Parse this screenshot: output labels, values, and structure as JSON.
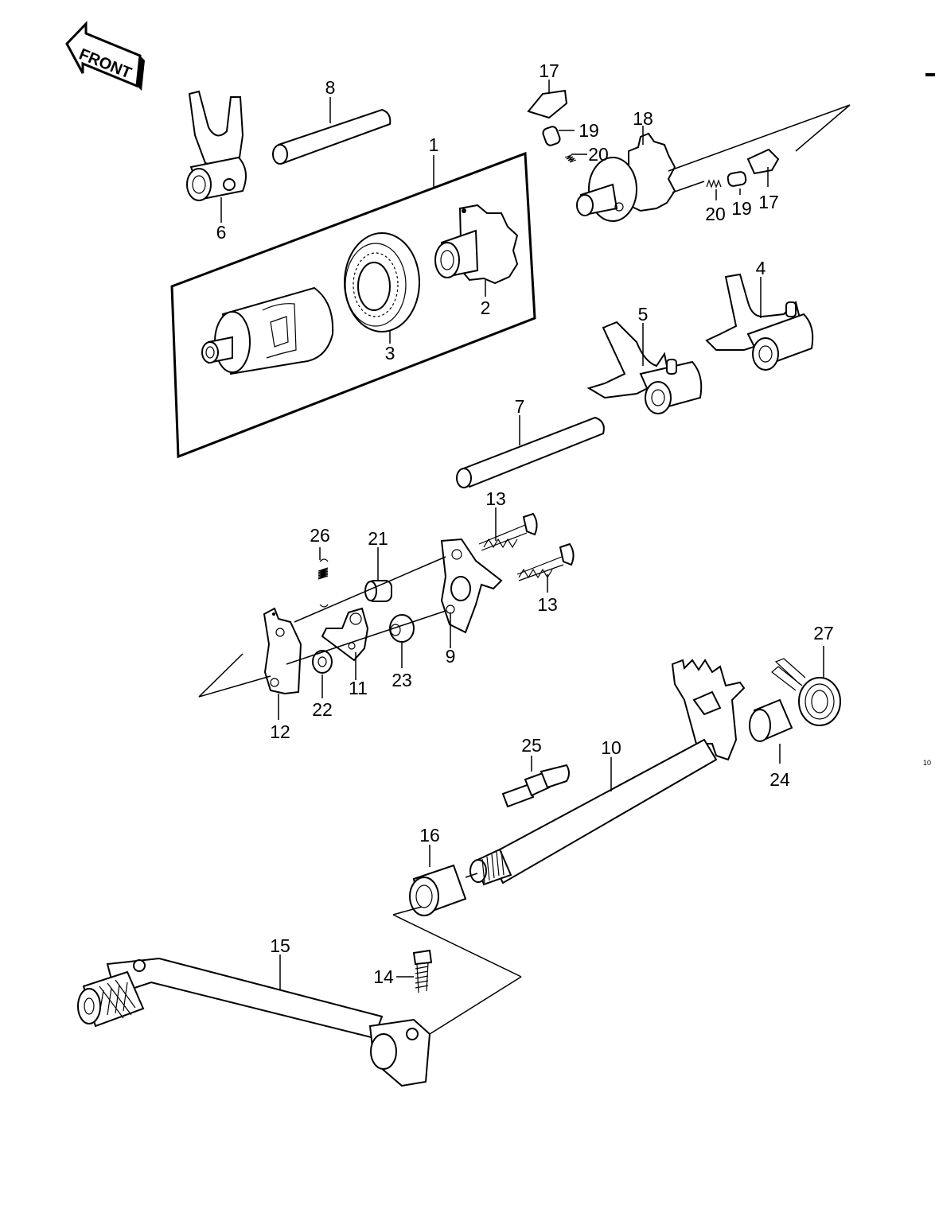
{
  "front_label": "FRONT",
  "corner_code": "10",
  "callouts": [
    {
      "id": "1",
      "text": "1"
    },
    {
      "id": "2",
      "text": "2"
    },
    {
      "id": "3",
      "text": "3"
    },
    {
      "id": "4",
      "text": "4"
    },
    {
      "id": "5",
      "text": "5"
    },
    {
      "id": "6",
      "text": "6"
    },
    {
      "id": "7",
      "text": "7"
    },
    {
      "id": "8",
      "text": "8"
    },
    {
      "id": "9",
      "text": "9"
    },
    {
      "id": "10",
      "text": "10"
    },
    {
      "id": "11",
      "text": "11"
    },
    {
      "id": "12",
      "text": "12"
    },
    {
      "id": "13a",
      "text": "13"
    },
    {
      "id": "13b",
      "text": "13"
    },
    {
      "id": "14",
      "text": "14"
    },
    {
      "id": "15",
      "text": "15"
    },
    {
      "id": "16",
      "text": "16"
    },
    {
      "id": "17a",
      "text": "17"
    },
    {
      "id": "17b",
      "text": "17"
    },
    {
      "id": "18",
      "text": "18"
    },
    {
      "id": "19a",
      "text": "19"
    },
    {
      "id": "19b",
      "text": "19"
    },
    {
      "id": "20a",
      "text": "20"
    },
    {
      "id": "20b",
      "text": "20"
    },
    {
      "id": "21",
      "text": "21"
    },
    {
      "id": "22",
      "text": "22"
    },
    {
      "id": "23",
      "text": "23"
    },
    {
      "id": "24",
      "text": "24"
    },
    {
      "id": "25",
      "text": "25"
    },
    {
      "id": "26",
      "text": "26"
    },
    {
      "id": "27",
      "text": "27"
    }
  ]
}
